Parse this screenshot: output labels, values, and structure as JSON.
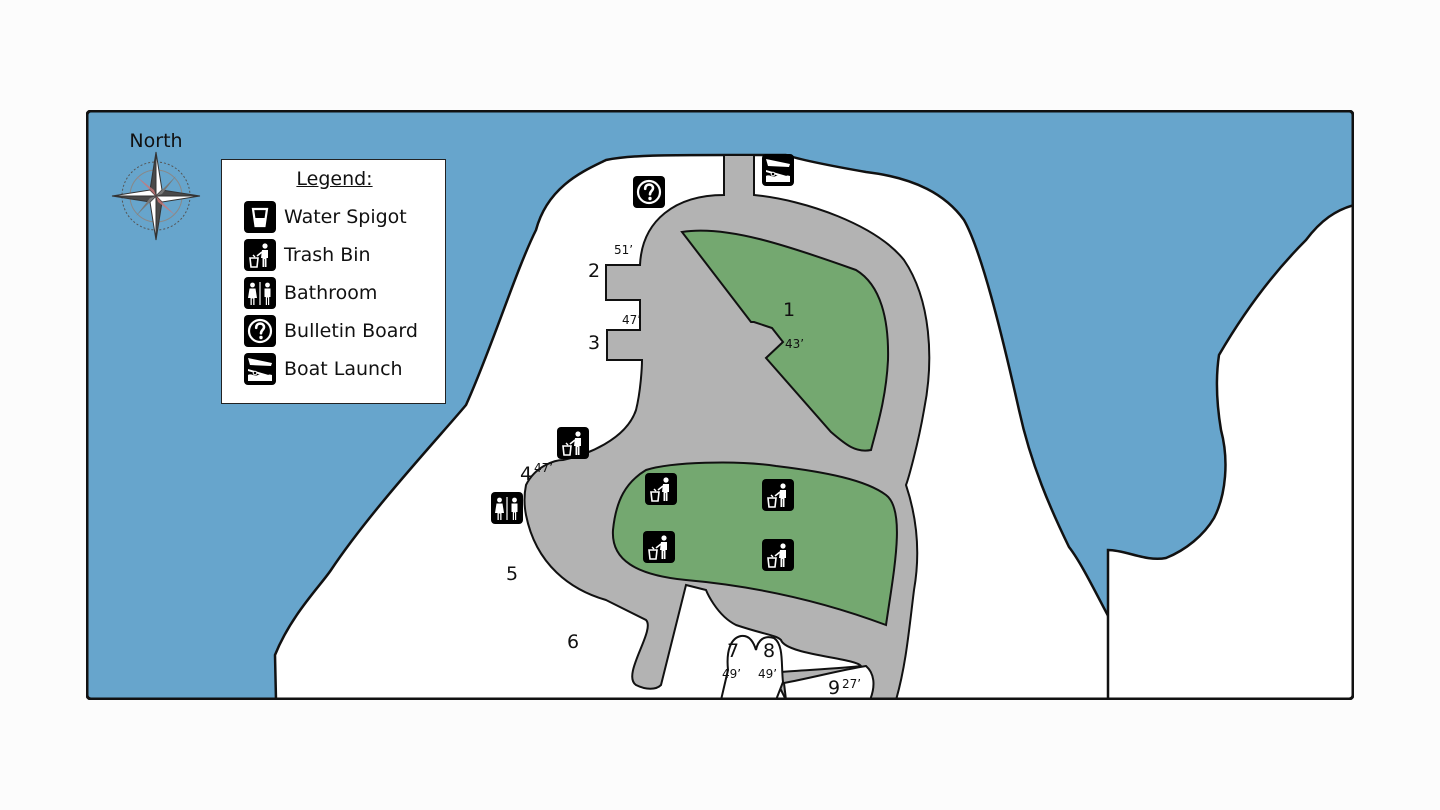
{
  "compass": {
    "label": "North",
    "icon": "compass-rose-icon"
  },
  "legend": {
    "title": "Legend:",
    "items": [
      {
        "icon": "water-spigot-icon",
        "label": "Water Spigot"
      },
      {
        "icon": "trash-bin-icon",
        "label": "Trash Bin"
      },
      {
        "icon": "bathroom-icon",
        "label": "Bathroom"
      },
      {
        "icon": "bulletin-board-icon",
        "label": "Bulletin Board"
      },
      {
        "icon": "boat-launch-icon",
        "label": "Boat Launch"
      }
    ]
  },
  "sites": [
    {
      "number": "1",
      "length": "43’"
    },
    {
      "number": "2",
      "length": "51’"
    },
    {
      "number": "3",
      "length": "47’"
    },
    {
      "number": "4",
      "length": "47’"
    },
    {
      "number": "5",
      "length": ""
    },
    {
      "number": "6",
      "length": ""
    },
    {
      "number": "7",
      "length": "49’"
    },
    {
      "number": "8",
      "length": "49’"
    },
    {
      "number": "9",
      "length": "27’"
    }
  ],
  "colors": {
    "water": "#67a5cc",
    "land": "#ffffff",
    "road": "#b3b3b3",
    "grass": "#74a870",
    "outline": "#111111"
  }
}
